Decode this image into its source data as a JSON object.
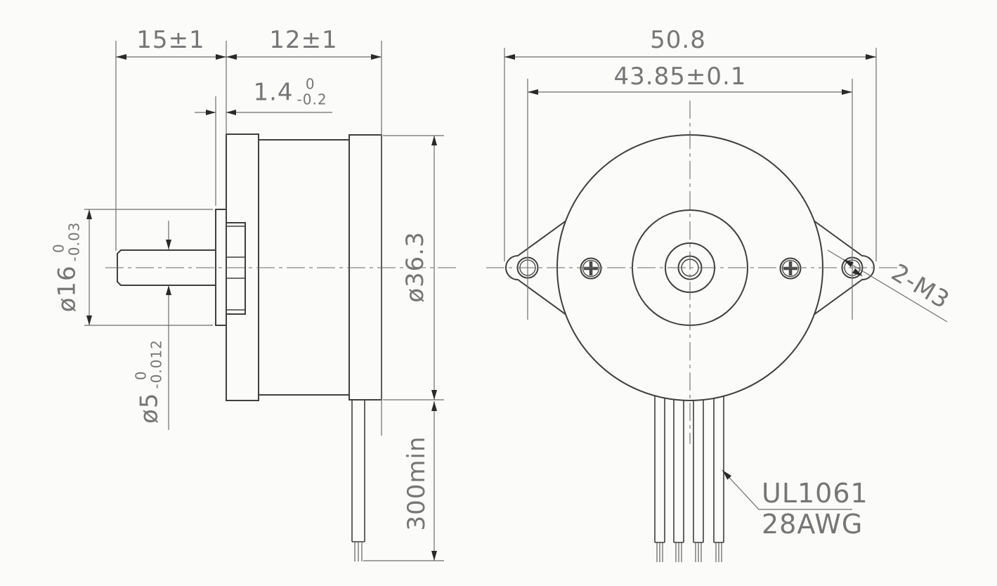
{
  "colors": {
    "background": "#fbfbfa",
    "object_line": "#3f3f3f",
    "thin_line": "#6e6e6e",
    "arrow": "#2a2a2a",
    "text": "#767676"
  },
  "side_view": {
    "dim_shaft_length": "15±1",
    "dim_body_length": "12±1",
    "dim_boss_protrusion": {
      "value": "1.4",
      "tol_upper": "0",
      "tol_lower": "-0.2"
    },
    "dim_boss_diameter": {
      "value": "ø16",
      "tol_upper": "0",
      "tol_lower": "-0.03"
    },
    "dim_shaft_diameter": {
      "value": "ø5",
      "tol_upper": "0",
      "tol_lower": "-0.012"
    },
    "dim_body_diameter": "ø36.3",
    "dim_lead_length": "300min"
  },
  "front_view": {
    "dim_overall_width": "50.8",
    "dim_hole_spacing": "43.85±0.1",
    "label_mounting_holes": "2-M3",
    "label_wire_spec_line1": "UL1061",
    "label_wire_spec_line2": "28AWG"
  }
}
